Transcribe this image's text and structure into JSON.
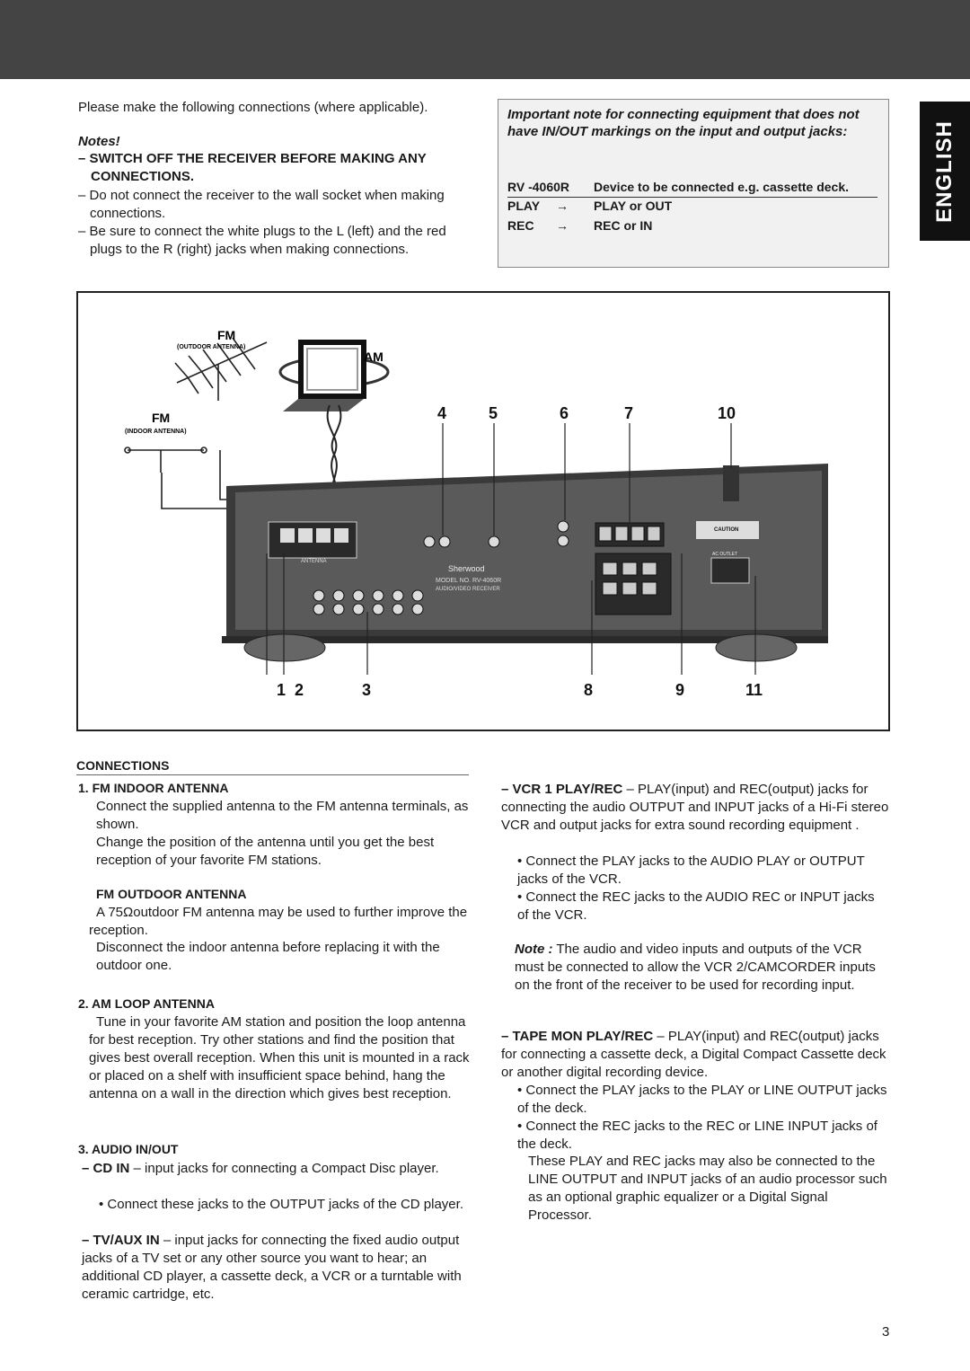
{
  "side_tab": "ENGLISH",
  "intro": "Please make the following connections (where applicable).",
  "notes": {
    "title": "Notes!",
    "warning": "– SWITCH OFF THE RECEIVER BEFORE MAKING ANY CONNECTIONS.",
    "items": [
      "– Do not connect the receiver to the wall socket when making connections.",
      "– Be sure to connect the white plugs to the L (left) and the red plugs to the R (right) jacks when making connections."
    ]
  },
  "note_box": {
    "heading": "Important note for connecting equipment that does not have IN/OUT markings on the input and output jacks:",
    "header_left": "RV -4060R",
    "header_right": "Device to be connected e.g. cassette deck.",
    "rows": [
      {
        "left": "PLAY",
        "arrow": "→",
        "right": "PLAY or OUT"
      },
      {
        "left": "REC",
        "arrow": "→",
        "right": "REC or IN"
      }
    ]
  },
  "diagram": {
    "fm_outdoor": "FM",
    "fm_outdoor_sub": "(OUTDOOR ANTENNA)",
    "fm_indoor": "FM",
    "fm_indoor_sub": "(INDOOR ANTENNA)",
    "am": "AM",
    "callouts_top": [
      "4",
      "5",
      "6",
      "7",
      "10"
    ],
    "callouts_bottom": [
      "1",
      "2",
      "3",
      "8",
      "9",
      "11"
    ],
    "brand": "Sherwood",
    "model": "MODEL NO. RV-4060R",
    "model_sub": "AUDIO/VIDEO RECEIVER",
    "antenna_label": "ANTENNA",
    "caution": "CAUTION",
    "ac_outlet": "AC OUTLET"
  },
  "connections": {
    "title": "CONNECTIONS",
    "s1_title": "1.  FM INDOOR ANTENNA",
    "s1_p1": "Connect the supplied antenna to the FM antenna terminals, as shown.",
    "s1_p2": "Change the position of the antenna until you get the best reception of your favorite FM stations.",
    "s1b_title": "FM OUTDOOR ANTENNA",
    "s1b_p1": "A 75Ωoutdoor FM antenna may be used to further improve the reception.",
    "s1b_p2": "Disconnect the indoor antenna before replacing it with the outdoor one.",
    "s2_title": "2.  AM LOOP ANTENNA",
    "s2_p1": "Tune in your favorite AM station and position the loop antenna for best reception. Try other stations and find the position that gives best overall reception. When this unit is mounted in a rack or placed on a shelf with insufficient space behind, hang the antenna on a wall in the direction which gives best reception.",
    "s3_title": "3.  AUDIO IN/OUT",
    "cd_bold": "– CD IN",
    "cd_text": " – input jacks for connecting a Compact Disc player.",
    "cd_bullet": "• Connect these jacks to the OUTPUT jacks of the CD player.",
    "tv_bold": "– TV/AUX IN",
    "tv_text": " – input jacks for connecting the fixed audio output jacks of a TV set or any other source you want to hear; an additional CD player, a cassette deck, a VCR or a turntable with ceramic cartridge, etc."
  },
  "right_col": {
    "vcr_bold": "– VCR 1 PLAY/REC",
    "vcr_text": " – PLAY(input) and REC(output) jacks for connecting the audio OUTPUT and INPUT jacks of a Hi-Fi stereo VCR and output jacks for extra sound recording equipment .",
    "vcr_b1": "• Connect the PLAY jacks to the AUDIO PLAY or OUTPUT jacks of the VCR.",
    "vcr_b2": "• Connect the REC jacks to the AUDIO REC or INPUT jacks of the VCR.",
    "note_label": "Note :",
    "note_text": " The audio and video inputs and outputs of the VCR must be connected to allow the VCR 2/CAMCORDER inputs on the front of the receiver to be used for recording input.",
    "tape_bold": "– TAPE MON PLAY/REC",
    "tape_text": " – PLAY(input) and REC(output) jacks for connecting a cassette deck, a Digital Compact Cassette deck or another digital recording device.",
    "tape_b1": "• Connect the PLAY jacks to the PLAY or LINE OUTPUT jacks of the deck.",
    "tape_b2": "• Connect the REC jacks to the REC or LINE INPUT jacks of the deck.",
    "tape_p": "These PLAY and REC jacks may also be connected to the LINE OUTPUT and INPUT jacks of an audio processor such as an optional graphic equalizer or a Digital Signal Processor."
  },
  "page_number": "3"
}
